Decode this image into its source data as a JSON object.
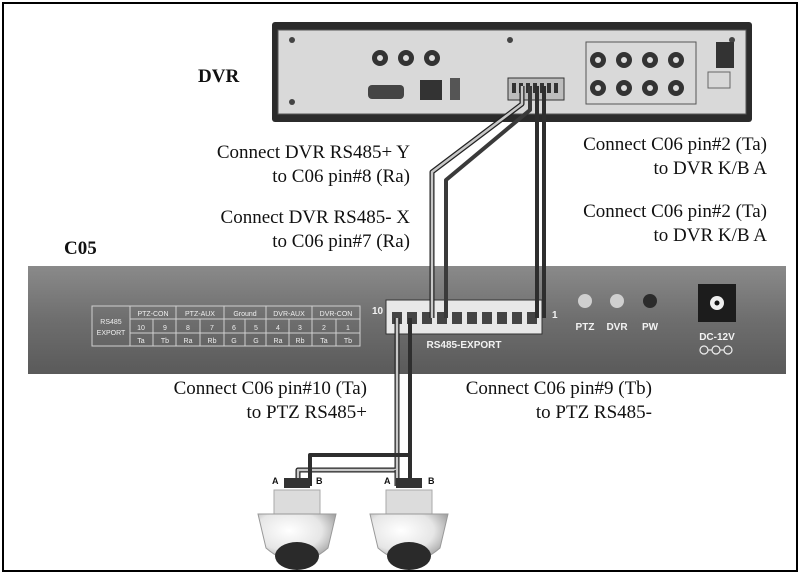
{
  "titles": {
    "dvr": "DVR",
    "c05": "C05"
  },
  "notes": {
    "dvr_plus": [
      "Connect DVR RS485+ Y",
      "to C06 pin#8 (Ra)"
    ],
    "dvr_minus": [
      "Connect DVR RS485- X",
      "to C06 pin#7 (Ra)"
    ],
    "c06_pin2_a": [
      "Connect C06 pin#2 (Ta)",
      "to DVR K/B A"
    ],
    "c06_pin2_b": [
      "Connect C06 pin#2 (Ta)",
      "to DVR K/B A"
    ],
    "pin10": [
      "Connect C06 pin#10 (Ta)",
      "to PTZ RS485+"
    ],
    "pin9": [
      "Connect C06 pin#9 (Tb)",
      "to PTZ RS485-"
    ]
  },
  "c05": {
    "table": {
      "corner_line1": "RS485",
      "corner_line2": "EXPORT",
      "groups": [
        "PTZ-CON",
        "PTZ-AUX",
        "Ground",
        "DVR-AUX",
        "DVR-CON"
      ],
      "numbers": [
        "10",
        "9",
        "8",
        "7",
        "6",
        "5",
        "4",
        "3",
        "2",
        "1"
      ],
      "signals": [
        "Ta",
        "Tb",
        "Ra",
        "Rb",
        "G",
        "G",
        "Ra",
        "Rb",
        "Ta",
        "Tb"
      ]
    },
    "terminal_left": "10",
    "terminal_right": "1",
    "terminal_label": "RS485-EXPORT",
    "leds": [
      "PTZ",
      "DVR",
      "PW"
    ],
    "dc_label": "DC-12V"
  },
  "cameras": [
    {
      "left": "A",
      "right": "B"
    },
    {
      "left": "A",
      "right": "B"
    }
  ]
}
